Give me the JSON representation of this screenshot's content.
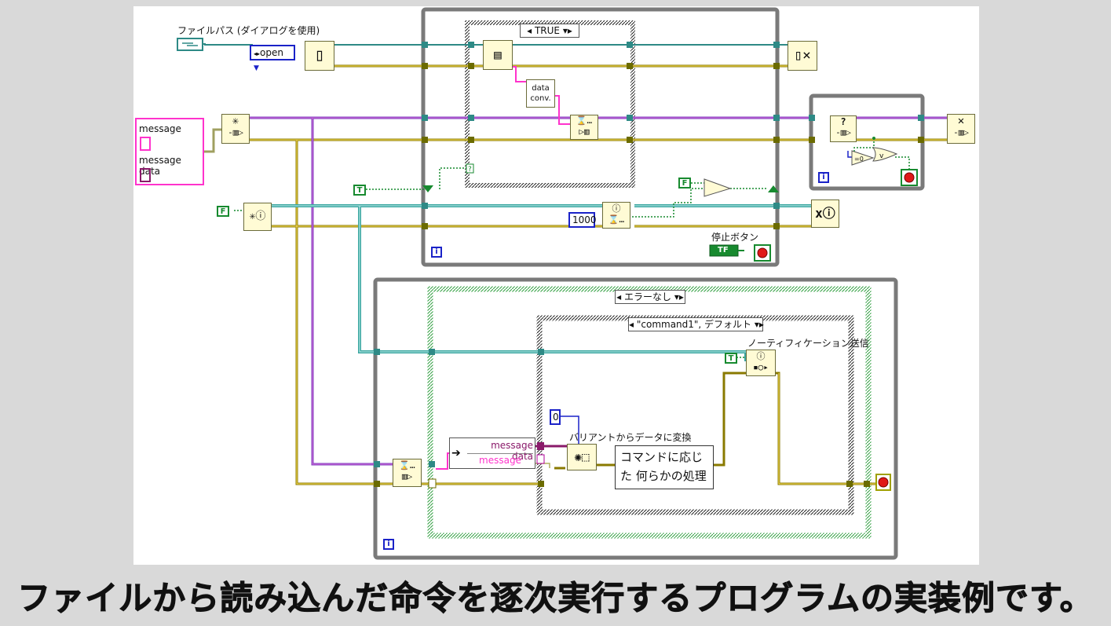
{
  "labels": {
    "file_path": "ファイルパス (ダイアログを使用)",
    "stop_button": "停止ボタン",
    "variant_to_data": "バリアントからデータに変換",
    "notify_send": "ノーティフィケーション送信"
  },
  "cluster": {
    "field1": "message",
    "field2": "message data"
  },
  "unbundle": {
    "field1": "message data",
    "field2": "message"
  },
  "constants": {
    "open_enum": "open",
    "wait_ms": "1000",
    "zero": "0",
    "true_label": "T",
    "false_label": "F",
    "stop_tf": "TF"
  },
  "case_selectors": {
    "top": "TRUE",
    "error": "エラーなし",
    "command": "\"command1\", デフォルト"
  },
  "nodes": {
    "data_conv": "data conv.",
    "process": "コマンドに応じた 何らかの処理"
  },
  "loop_iteration": "i",
  "caption": "ファイルから読み込んだ命令を逐次実行するプログラムの実装例です。"
}
